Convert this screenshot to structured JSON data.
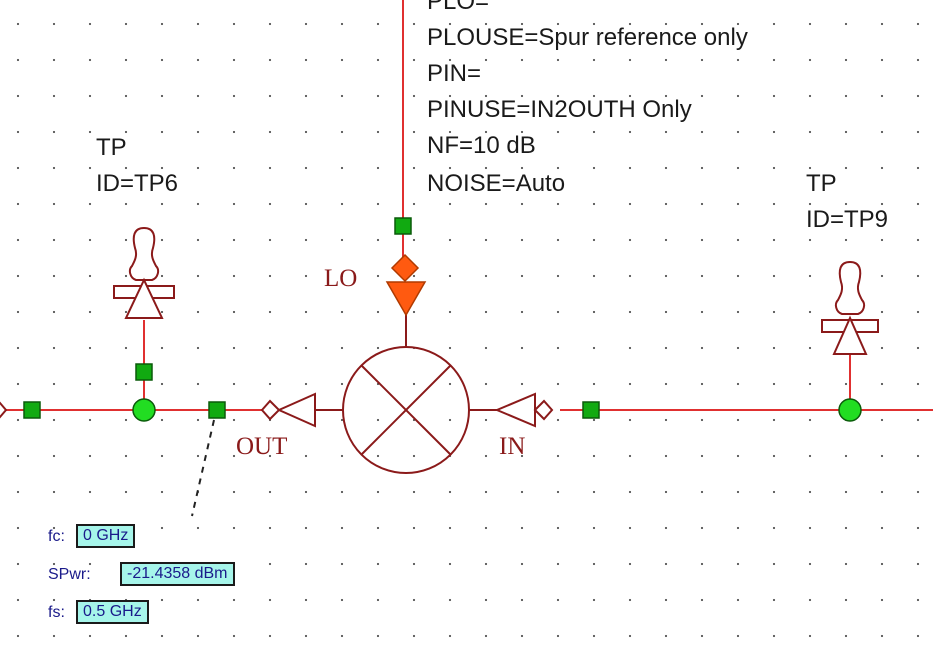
{
  "mixer": {
    "params": [
      "PLO=",
      "PLOUSE=Spur reference only",
      "PIN=",
      "PINUSE=IN2OUTH Only",
      "NF=10 dB",
      "NOISE=Auto"
    ],
    "pin_lo": "LO",
    "pin_out": "OUT",
    "pin_in": "IN"
  },
  "tp_left": {
    "name": "TP",
    "id": "ID=TP6"
  },
  "tp_right": {
    "name": "TP",
    "id": "ID=TP9"
  },
  "annotation": {
    "fc_label": "fc:",
    "fc_value": "0 GHz",
    "spwr_label": "SPwr:",
    "spwr_value": "-21.4358 dBm",
    "fs_label": "fs:",
    "fs_value": "0.5 GHz"
  },
  "colors": {
    "wire": "#e03030",
    "component": "#8b1a1a",
    "node_fill": "#22dd22",
    "port_fill": "#11aa11",
    "lo_pin": "#ff5a10",
    "annotation_box": "#a6f5ea"
  }
}
